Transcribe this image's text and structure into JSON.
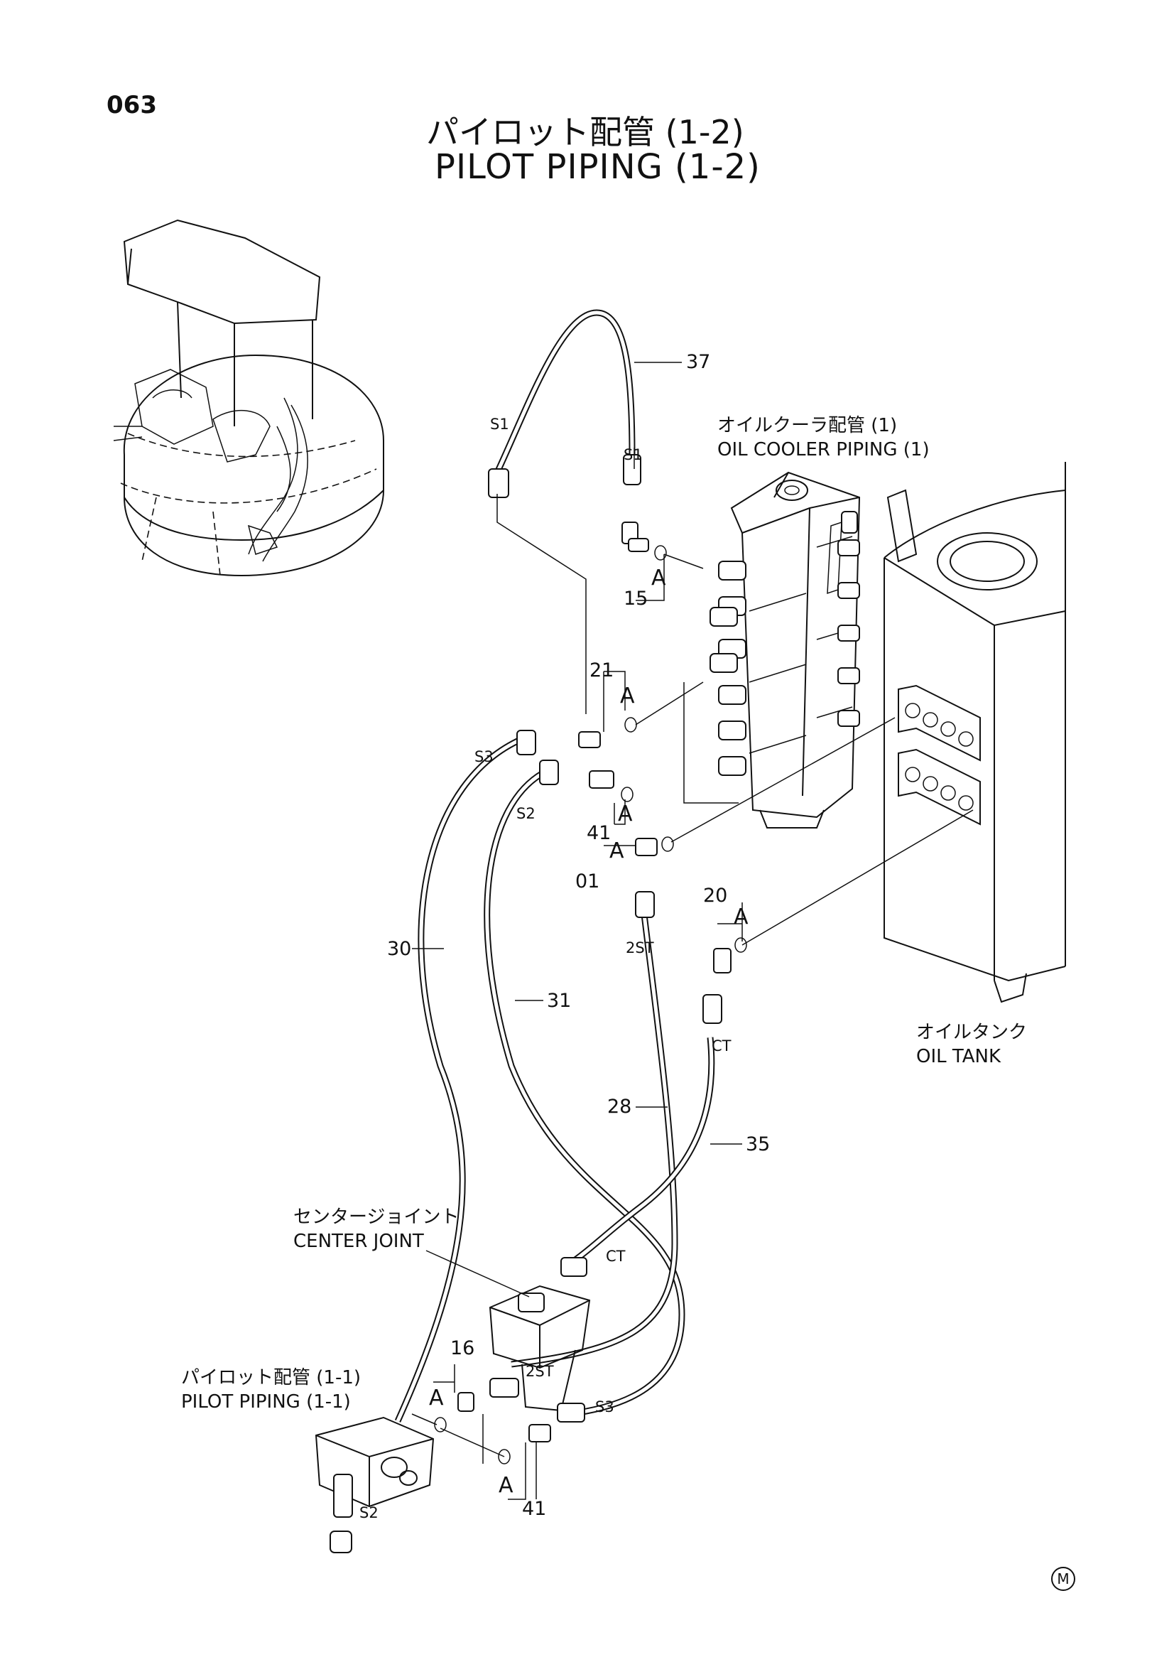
{
  "page": {
    "number": "063",
    "title_jp": "パイロット配管 (1-2)",
    "title_en": "PILOT PIPING (1-2)",
    "mark": "M"
  },
  "labels": {
    "oil_cooler_jp": "オイルクーラ配管 (1)",
    "oil_cooler_en": "OIL COOLER PIPING (1)",
    "oil_tank_jp": "オイルタンク",
    "oil_tank_en": "OIL TANK",
    "center_joint_jp": "センタージョイント",
    "center_joint_en": "CENTER JOINT",
    "pilot_11_jp": "パイロット配管 (1-1)",
    "pilot_11_en": "PILOT PIPING (1-1)"
  },
  "part_numbers": {
    "p37": "37",
    "p15": "15",
    "p21": "21",
    "p41a": "41",
    "p01": "01",
    "p20": "20",
    "p30": "30",
    "p31": "31",
    "p28": "28",
    "p35": "35",
    "p16": "16",
    "p41b": "41"
  },
  "port_codes": {
    "s1_left": "S1",
    "s1_right": "S1",
    "s3_top": "S3",
    "s2_top": "S2",
    "2st_top": "2ST",
    "ct_top": "CT",
    "ct_bottom": "CT",
    "2st_bottom": "2ST",
    "s3_bottom": "S3",
    "s2_bottom": "S2"
  },
  "o_ring_marks": {
    "a15": "A",
    "a21": "A",
    "a41": "A",
    "a01": "A",
    "a20": "A",
    "a16": "A",
    "a41b": "A"
  }
}
